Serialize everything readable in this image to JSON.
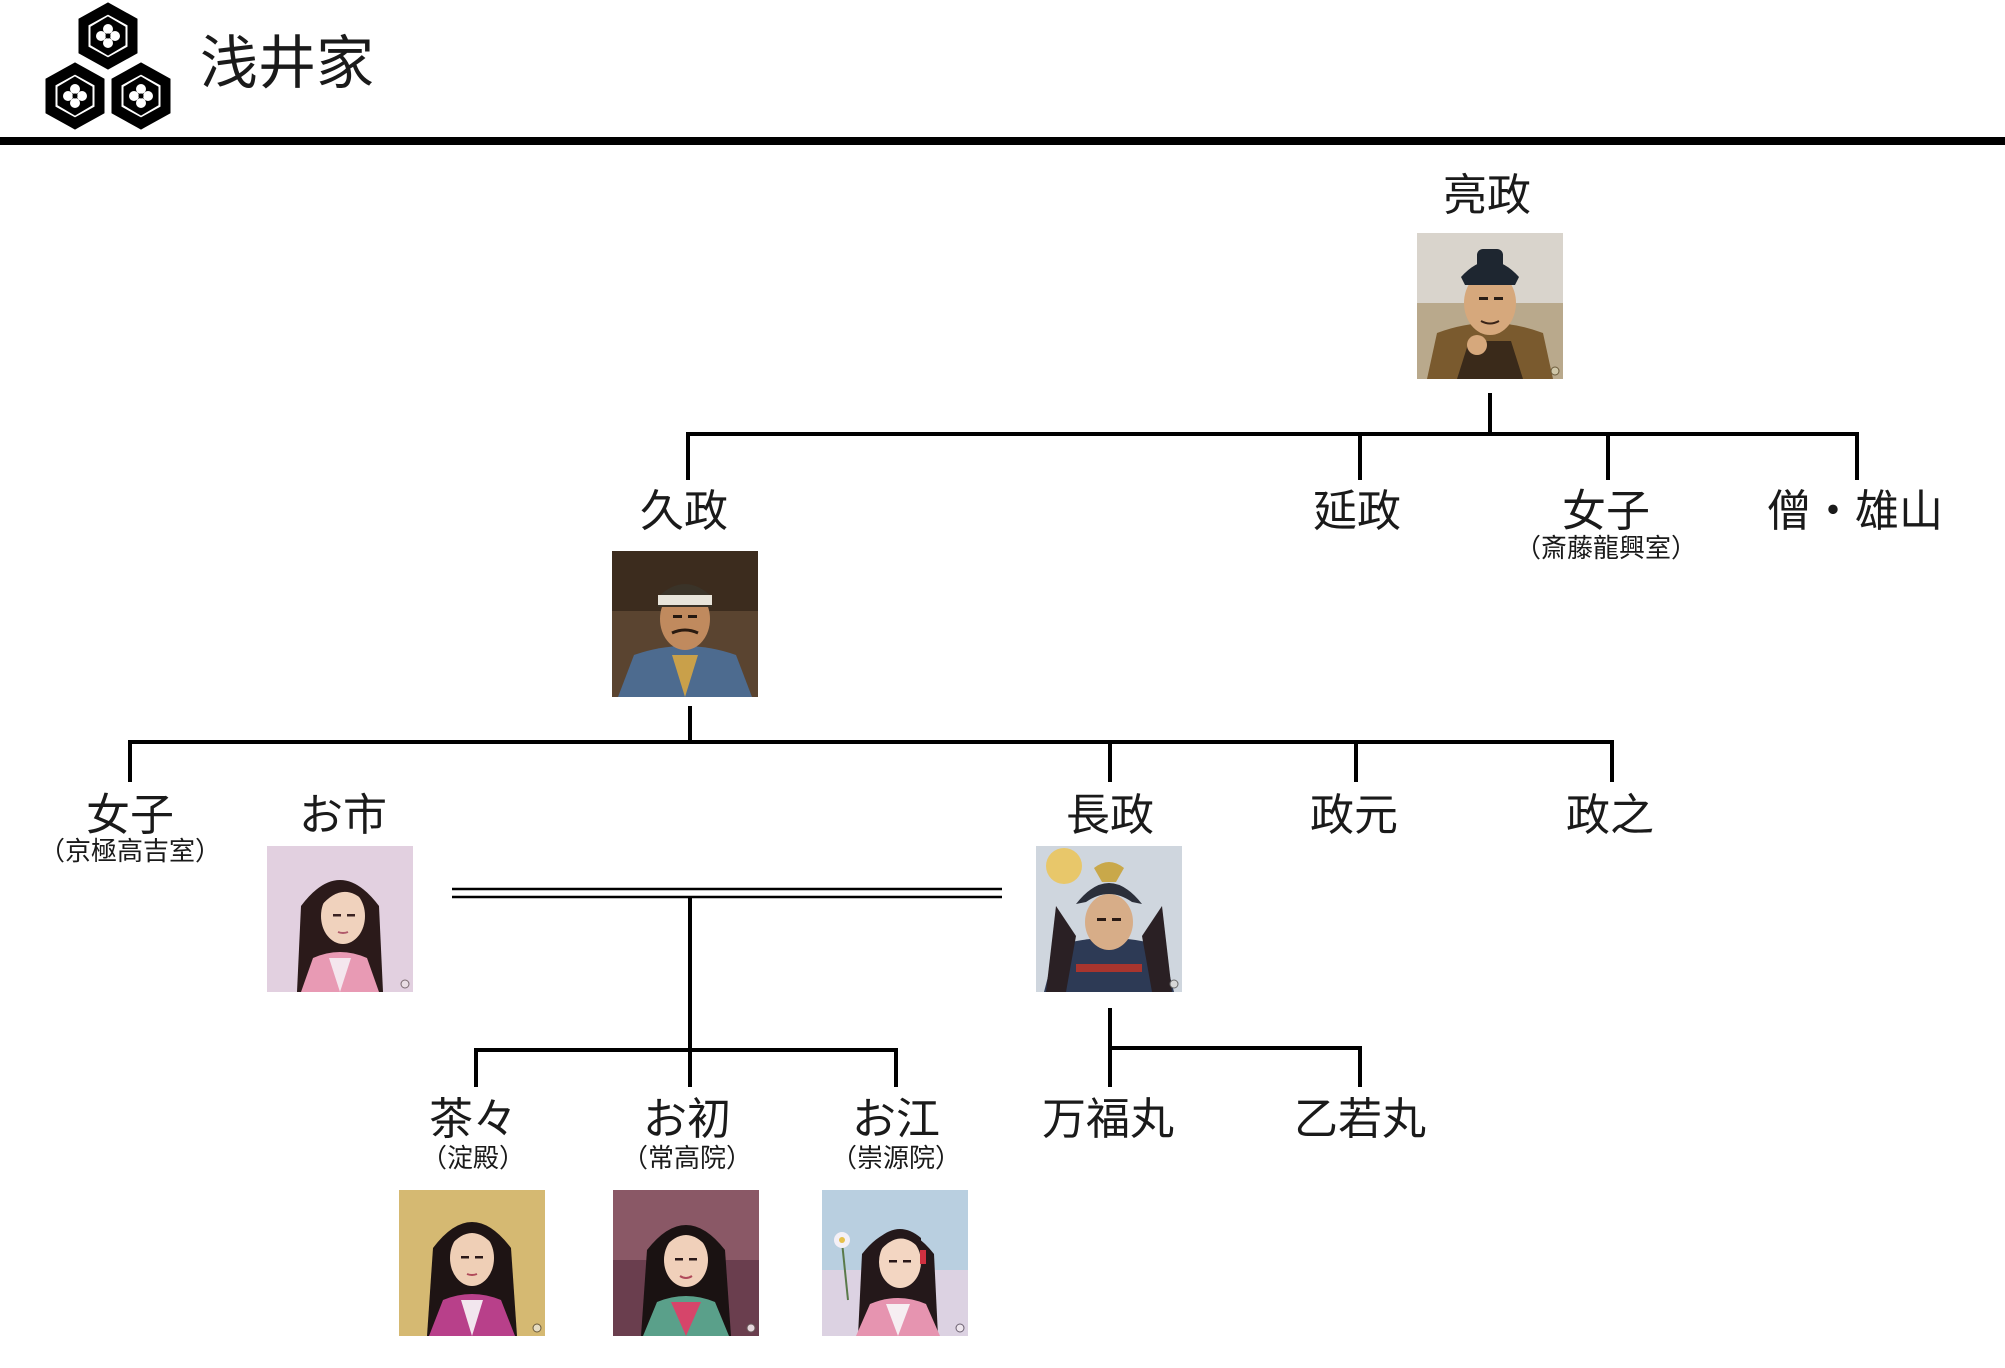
{
  "header": {
    "title": "浅井家"
  },
  "crest": {
    "name": "mitsumori-kikkō crest"
  },
  "colors": {
    "line": "#000000",
    "text": "#1a1a1a"
  },
  "people": {
    "sukemasa": {
      "name": "亮政"
    },
    "hisamasa": {
      "name": "久政"
    },
    "nobumasa": {
      "name": "延政"
    },
    "daughter_a": {
      "name": "女子",
      "note": "（斎藤龍興室）"
    },
    "yuzan": {
      "name": "僧・雄山"
    },
    "daughter_b": {
      "name": "女子",
      "note": "（京極高吉室）"
    },
    "oichi": {
      "name": "お市"
    },
    "nagamasa": {
      "name": "長政"
    },
    "masamoto": {
      "name": "政元"
    },
    "masayuki": {
      "name": "政之"
    },
    "chacha": {
      "name": "茶々",
      "note": "（淀殿）"
    },
    "ohatsu": {
      "name": "お初",
      "note": "（常高院）"
    },
    "ogo": {
      "name": "お江",
      "note": "（崇源院）"
    },
    "manpukumaru": {
      "name": "万福丸"
    },
    "otowakamaru": {
      "name": "乙若丸"
    }
  }
}
